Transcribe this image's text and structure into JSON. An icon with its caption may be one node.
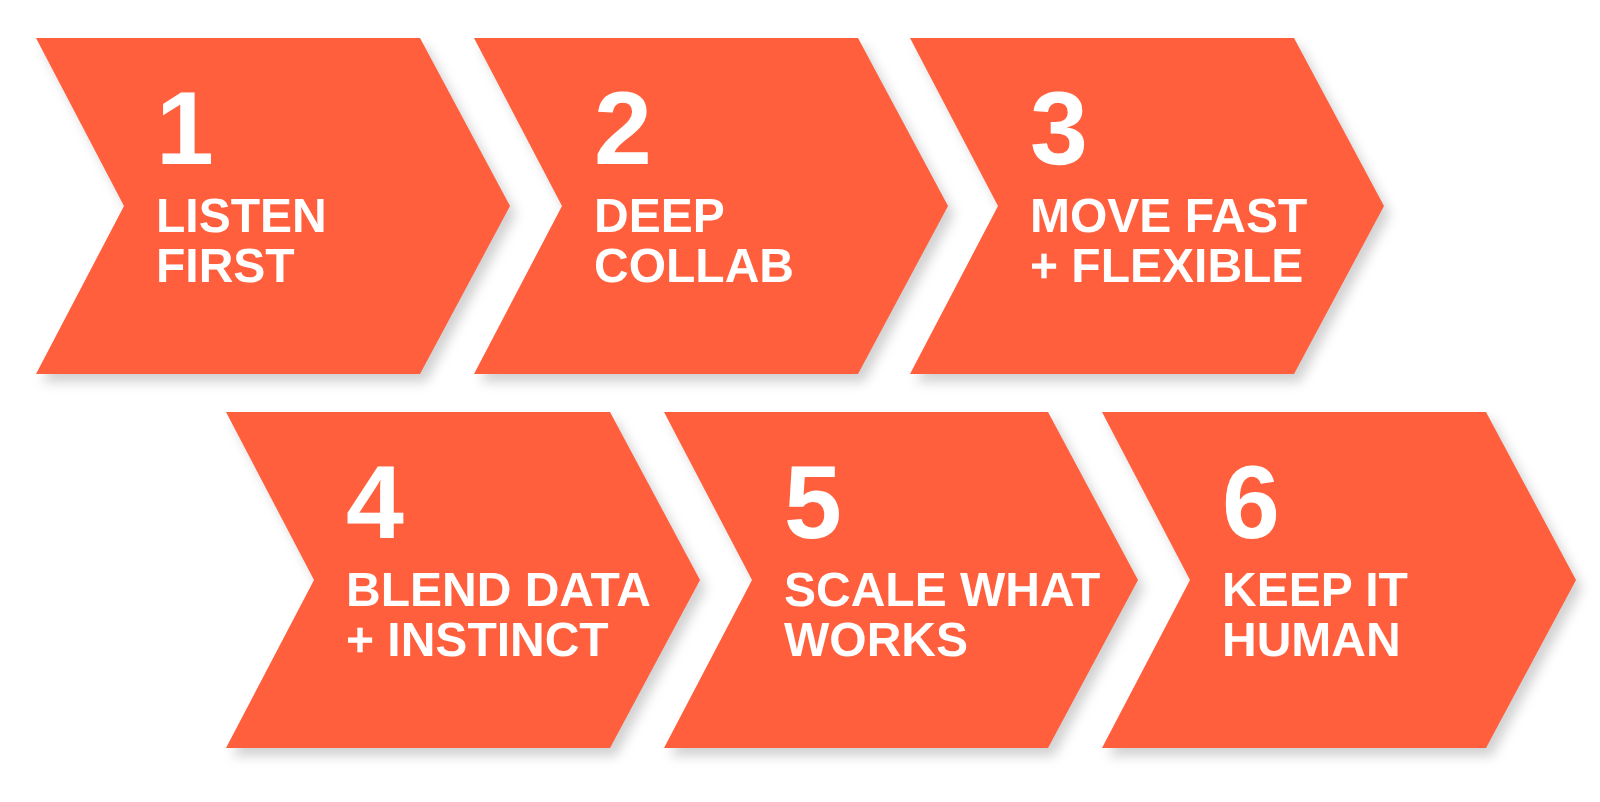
{
  "diagram": {
    "nodes": [
      {
        "text": [
          "1",
          "LISTEN FIRST"
        ]
      },
      {
        "text": [
          "2",
          "DEEP COLLAB"
        ]
      },
      {
        "text": [
          "3",
          "MOVE FAST + FLEXIBLE"
        ]
      },
      {
        "text": [
          "4",
          "BLEND DATA + INSTINCT"
        ]
      },
      {
        "text": [
          "5",
          "SCALE WHAT WORKS"
        ]
      },
      {
        "text": [
          "6",
          "KEEP IT HUMAN"
        ]
      }
    ]
  }
}
